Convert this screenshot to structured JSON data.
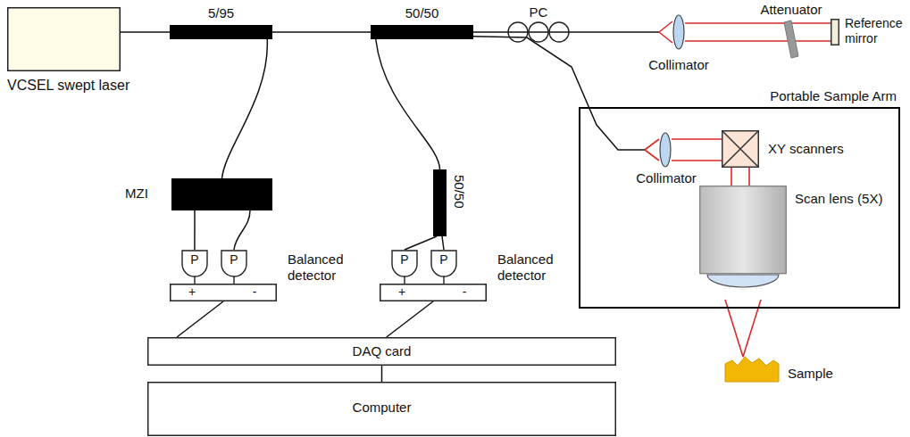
{
  "diagram": {
    "nodes": [
      {
        "text": [
          "VCSEL swept laser"
        ]
      },
      {
        "text": [
          "5/95"
        ]
      },
      {
        "text": [
          "50/50"
        ]
      },
      {
        "text": [
          "MZI"
        ]
      },
      {
        "text": [
          "50/50"
        ]
      },
      {
        "text": [
          "Balanced detector"
        ]
      },
      {
        "text": [
          "Balanced detector"
        ]
      },
      {
        "text": [
          "DAQ card"
        ]
      },
      {
        "text": [
          "Computer"
        ]
      },
      {
        "text": [
          "Collimator"
        ]
      },
      {
        "text": [
          "Attenuator"
        ]
      },
      {
        "text": [
          "Reference mirror"
        ]
      },
      {
        "text": [
          "Portable Sample Arm"
        ]
      },
      {
        "text": [
          "Collimator"
        ],
        "in": 12
      },
      {
        "text": [
          "XY scanners"
        ],
        "in": 12
      },
      {
        "text": [
          "Scan lens (5X)"
        ],
        "in": 12
      },
      {
        "text": [
          "Sample"
        ]
      }
    ],
    "edges": [
      {
        "from": 0,
        "to": 1,
        "arrow": "none"
      },
      {
        "from": 1,
        "to": 2,
        "arrow": "none"
      },
      {
        "from": 1,
        "to": 3,
        "arrow": "none"
      },
      {
        "from": 2,
        "to": 9,
        "arrow": "none"
      },
      {
        "from": 2,
        "to": 13,
        "arrow": "none"
      },
      {
        "from": 2,
        "to": 4,
        "arrow": "none"
      },
      {
        "from": 3,
        "to": 5,
        "arrow": "none"
      },
      {
        "from": 4,
        "to": 6,
        "arrow": "none"
      },
      {
        "from": 5,
        "to": 7,
        "arrow": "none"
      },
      {
        "from": 6,
        "to": 7,
        "arrow": "none"
      },
      {
        "from": 7,
        "to": 8,
        "arrow": "none"
      }
    ],
    "labels": [
      "PC",
      "P",
      "P",
      "+",
      "-",
      "P",
      "P",
      "+",
      "-"
    ]
  }
}
